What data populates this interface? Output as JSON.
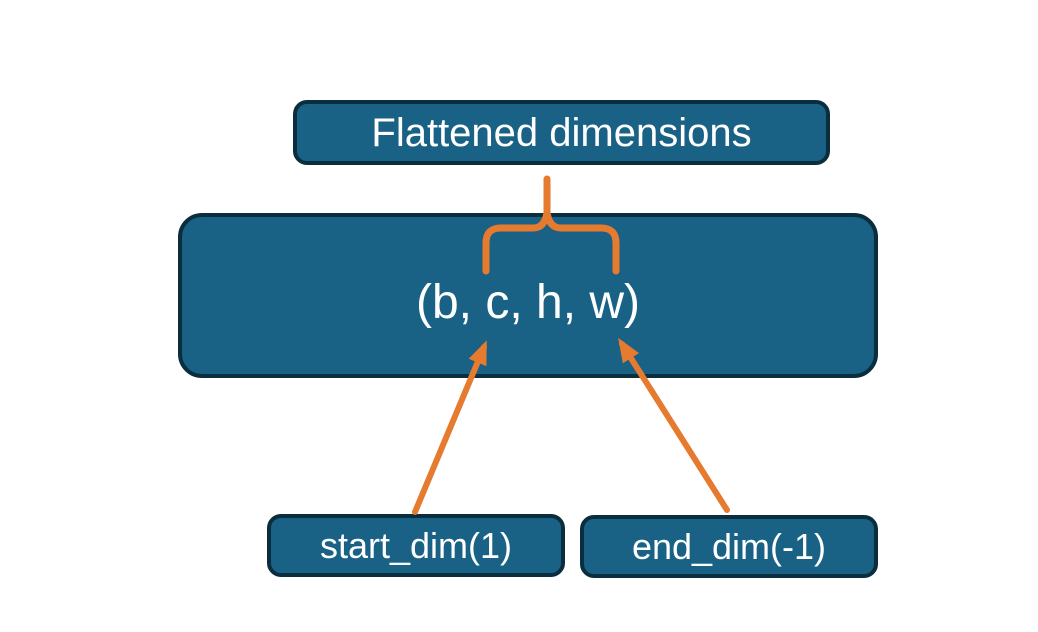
{
  "diagram": {
    "colors": {
      "background": "#FFFFFF",
      "node_fill": "#1A6285",
      "node_border": "#0B2E3E",
      "node_text": "#FFFFFF",
      "connector_orange": "#E67A2E"
    },
    "nodes": {
      "flattened": {
        "label": "Flattened dimensions"
      },
      "tuple": {
        "label": "(b, c, h, w)"
      },
      "start_dim": {
        "label": "start_dim(1)"
      },
      "end_dim": {
        "label": "end_dim(-1)"
      }
    },
    "edges": [
      {
        "type": "brace",
        "from": "tuple",
        "to": "flattened"
      },
      {
        "type": "arrow",
        "from": "start_dim",
        "to": "tuple"
      },
      {
        "type": "arrow",
        "from": "end_dim",
        "to": "tuple"
      }
    ]
  }
}
